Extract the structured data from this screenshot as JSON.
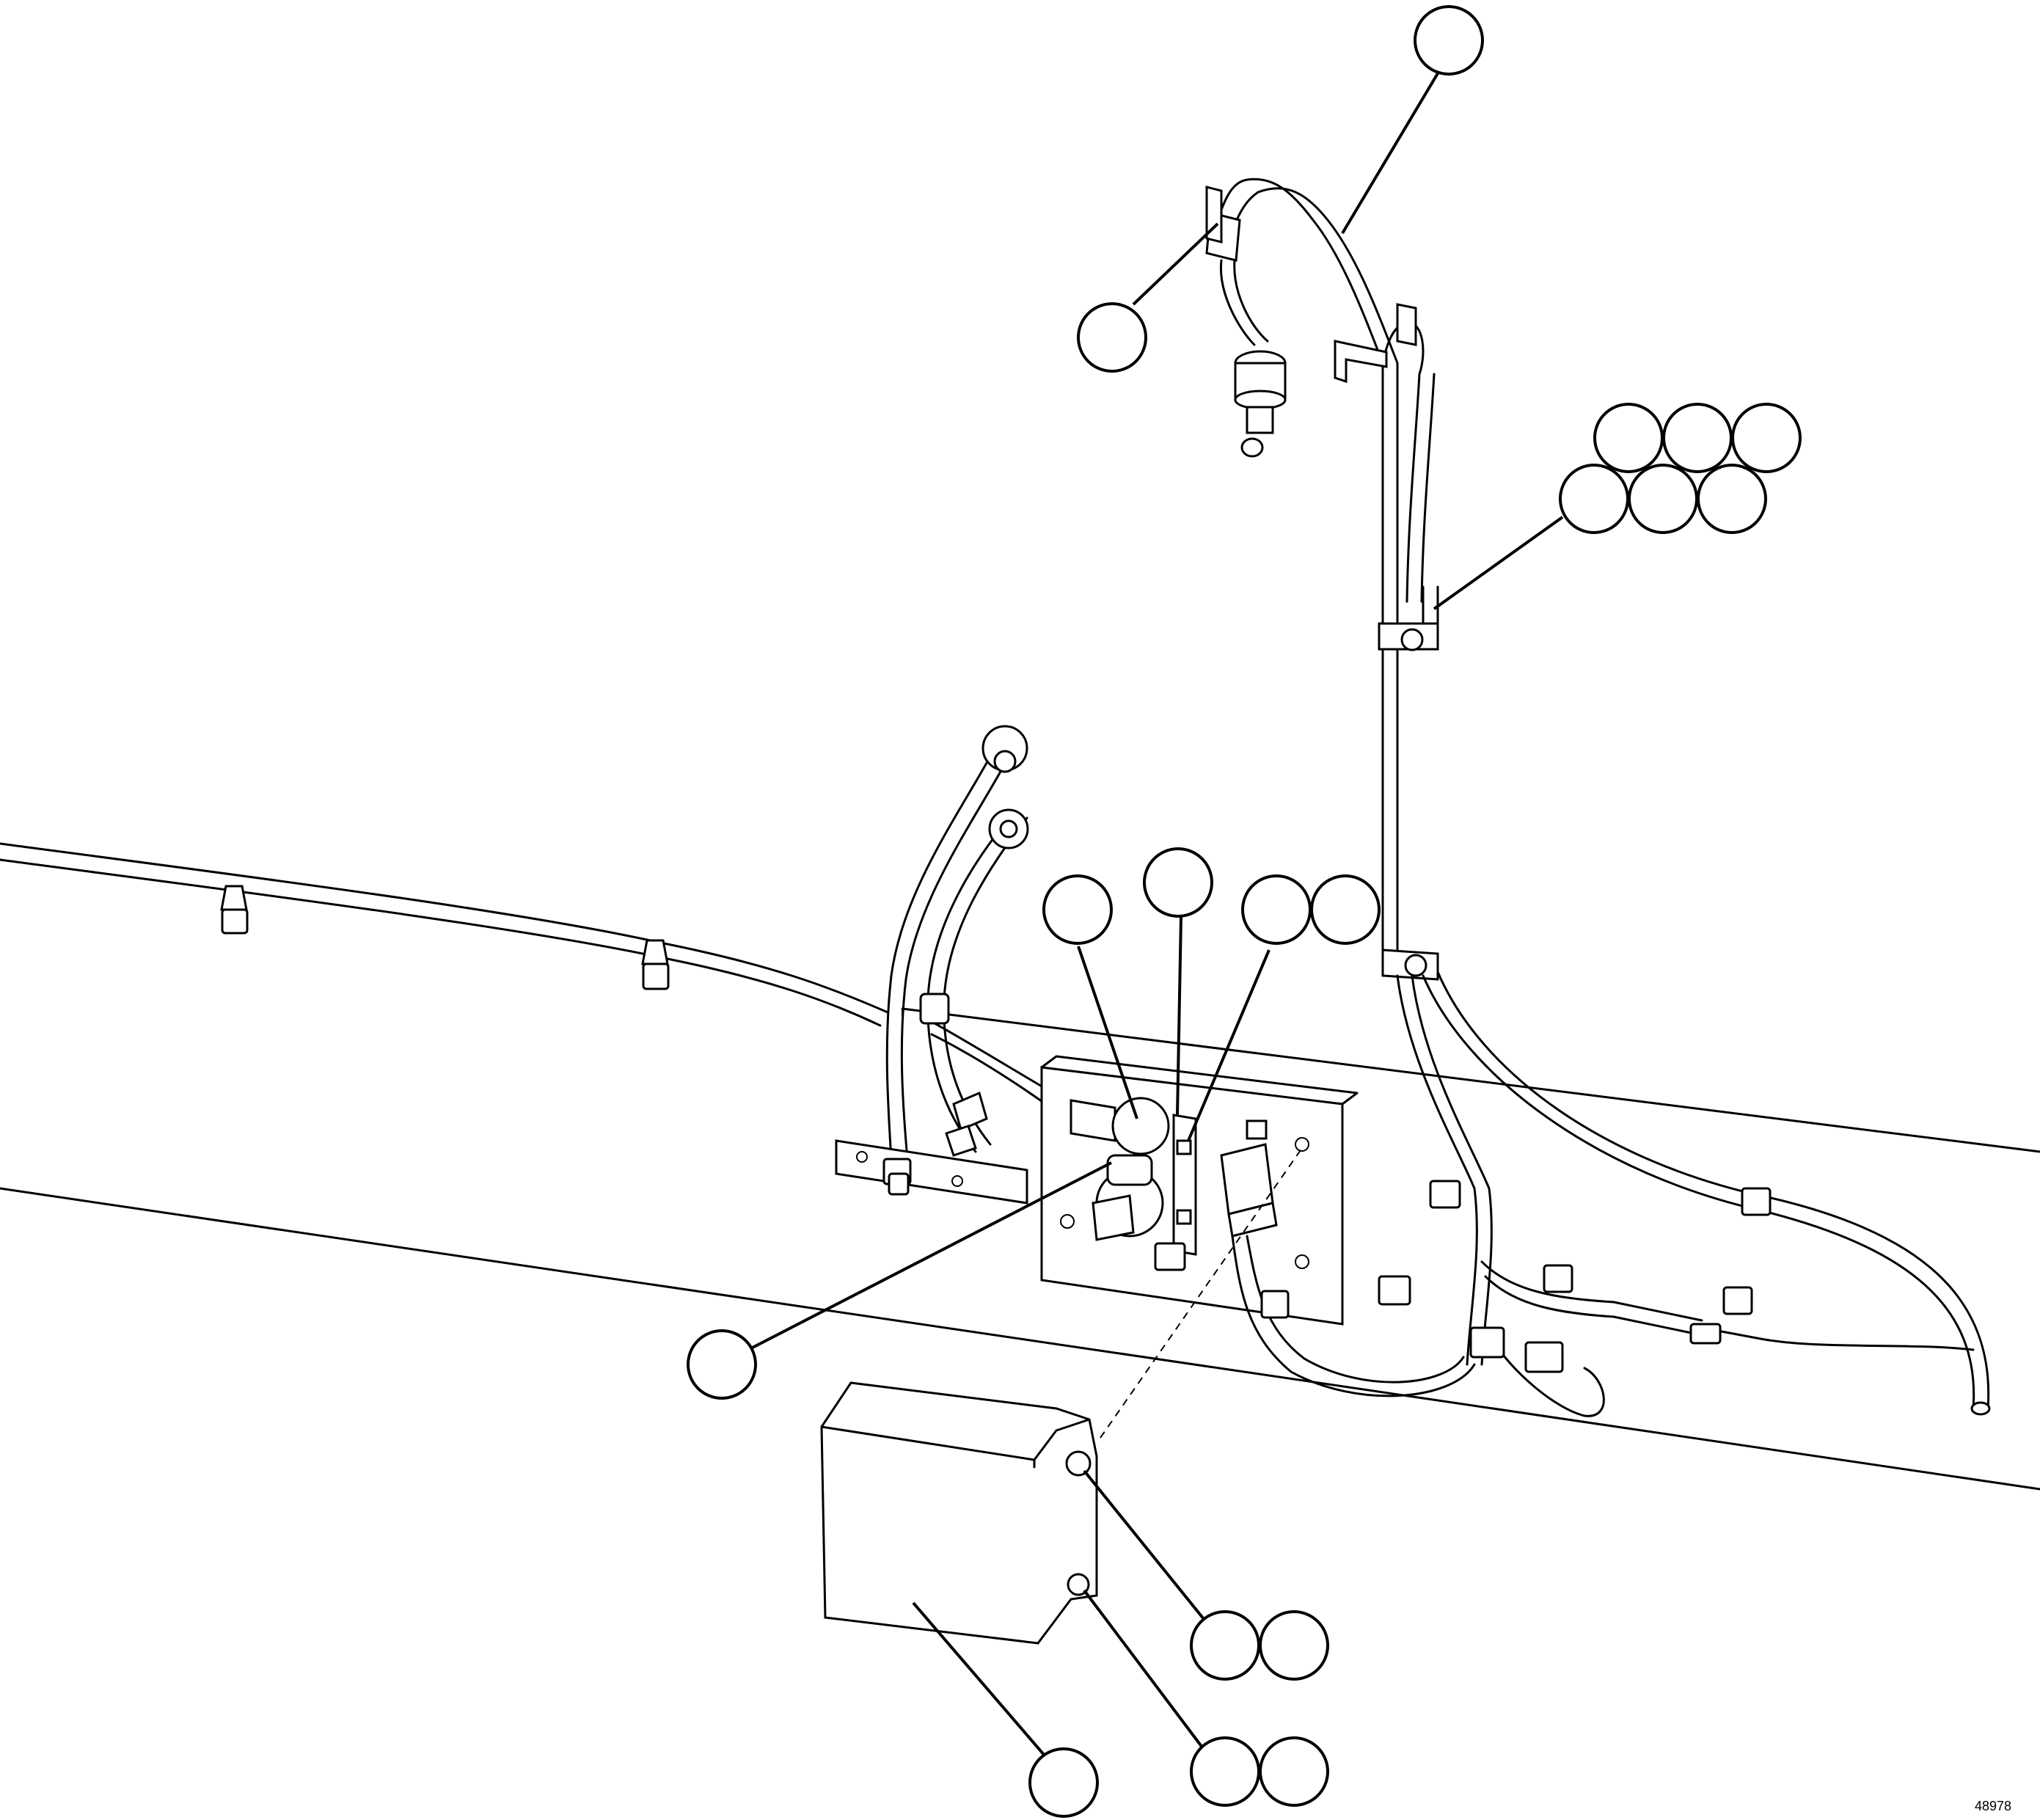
{
  "figure": {
    "number": "48978"
  },
  "callouts": [
    {
      "id": "c-top",
      "label": ""
    },
    {
      "id": "c-sensor",
      "label": ""
    },
    {
      "id": "c-clip-1",
      "label": ""
    },
    {
      "id": "c-clip-2",
      "label": ""
    },
    {
      "id": "c-clip-3",
      "label": ""
    },
    {
      "id": "c-clip-4",
      "label": ""
    },
    {
      "id": "c-clip-5",
      "label": ""
    },
    {
      "id": "c-clip-6",
      "label": ""
    },
    {
      "id": "c-valve",
      "label": ""
    },
    {
      "id": "c-bracket",
      "label": ""
    },
    {
      "id": "c-stud-1",
      "label": ""
    },
    {
      "id": "c-stud-2",
      "label": ""
    },
    {
      "id": "c-fitting",
      "label": ""
    },
    {
      "id": "c-nut-upper-1",
      "label": ""
    },
    {
      "id": "c-nut-upper-2",
      "label": ""
    },
    {
      "id": "c-cover",
      "label": ""
    },
    {
      "id": "c-nut-lower-1",
      "label": ""
    },
    {
      "id": "c-nut-lower-2",
      "label": ""
    }
  ]
}
